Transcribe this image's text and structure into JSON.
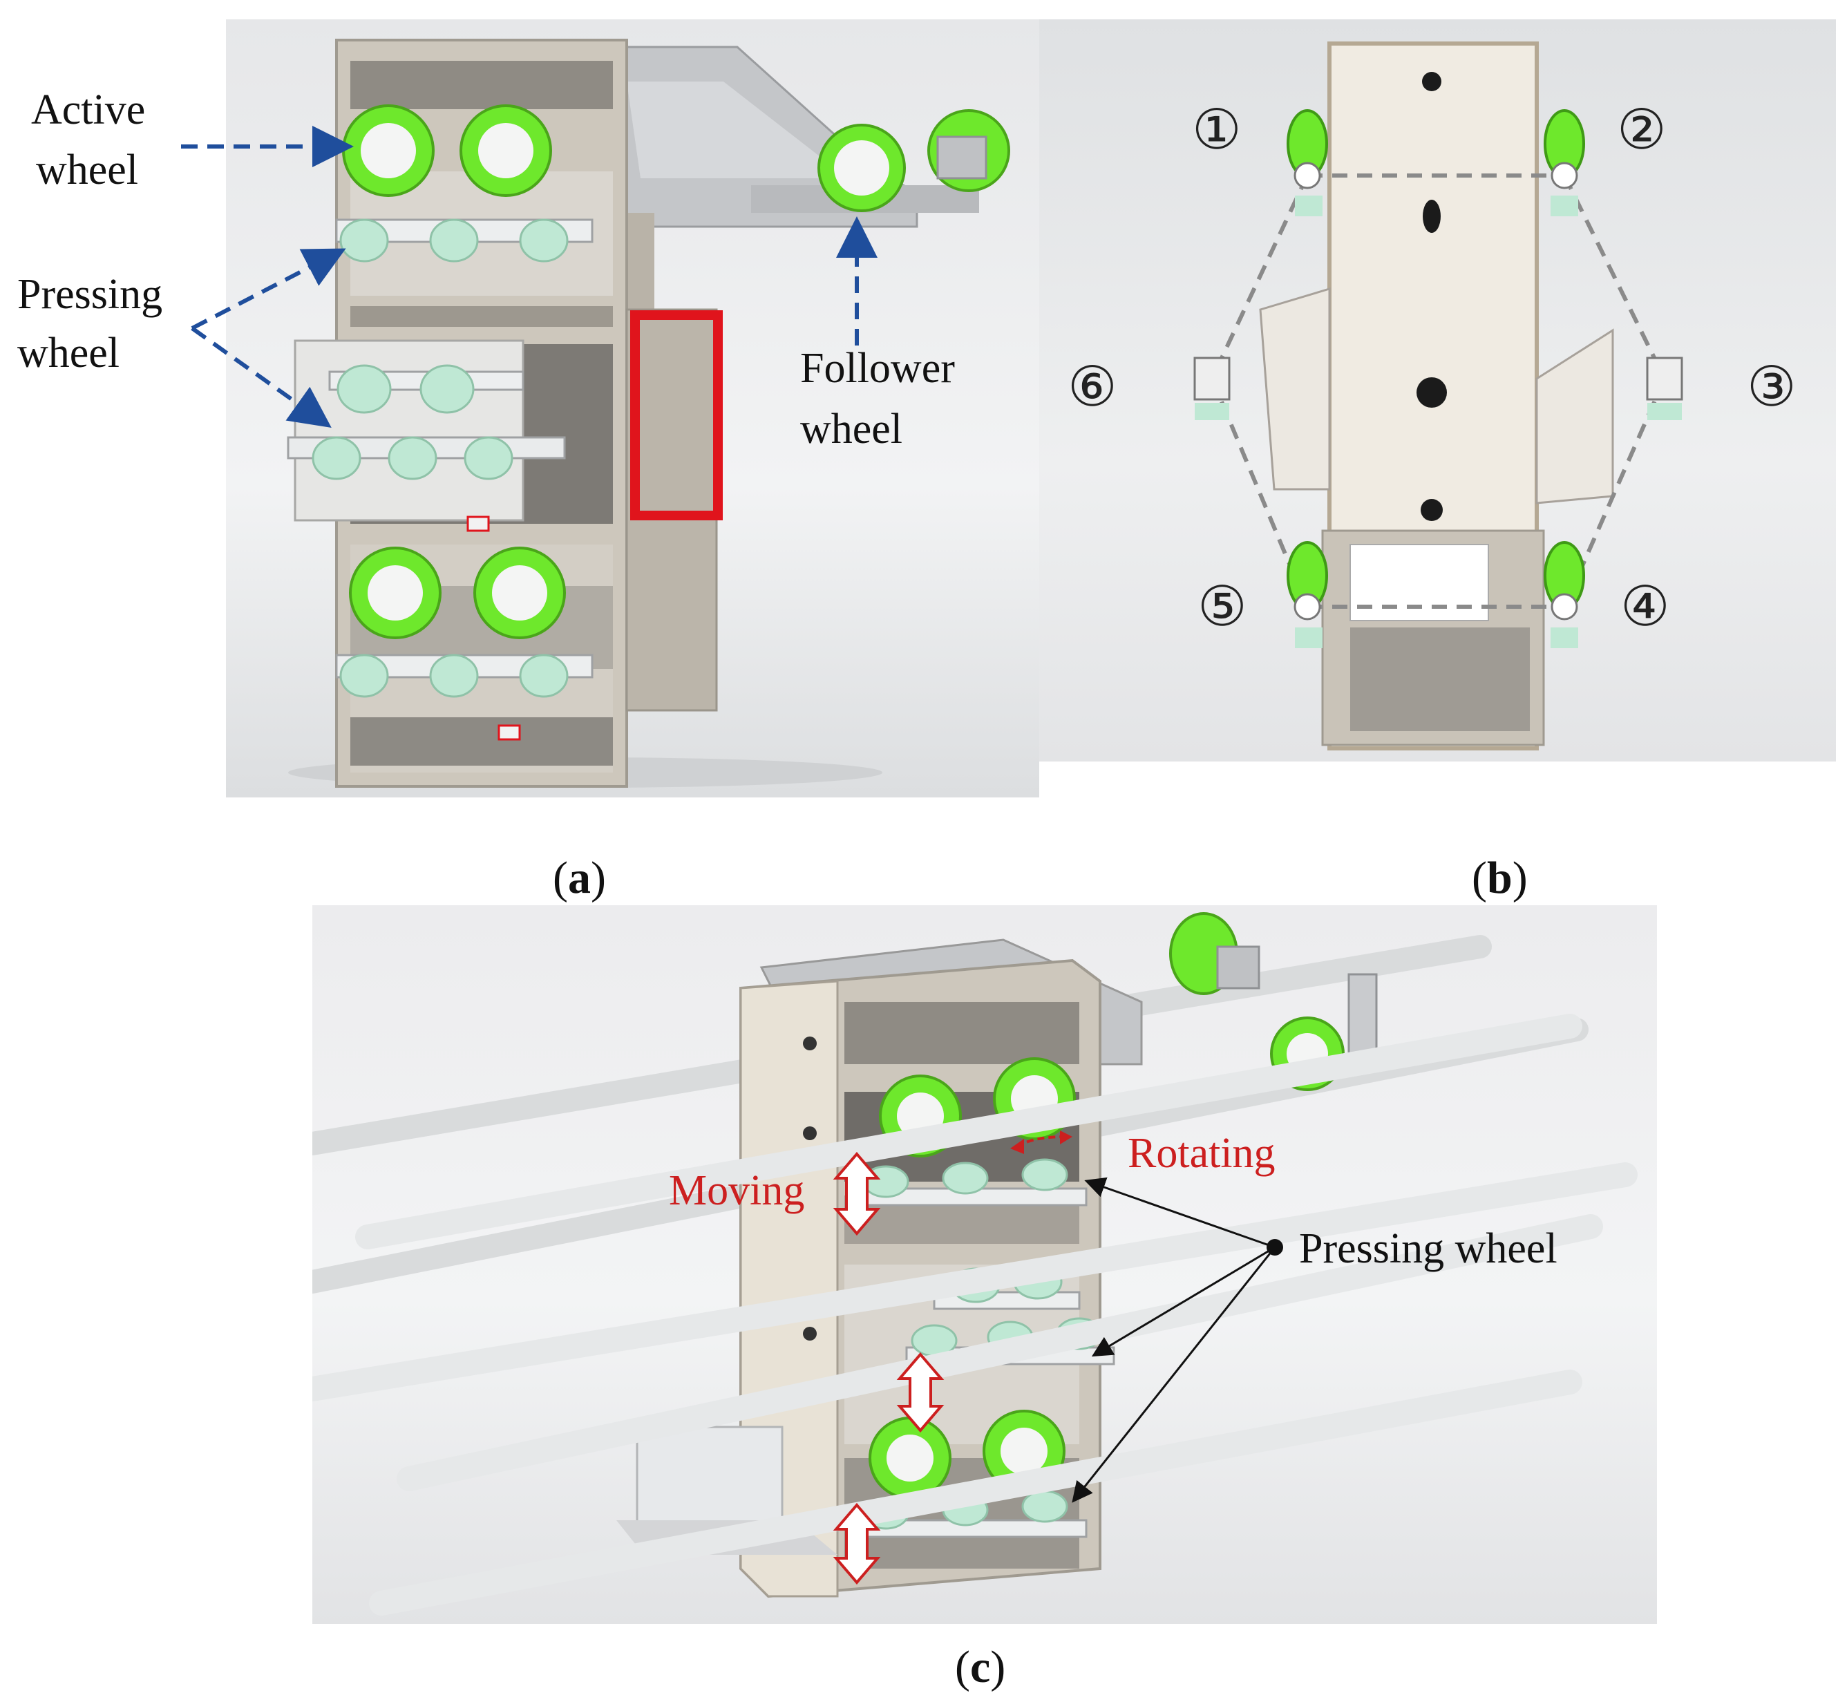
{
  "panel_a": {
    "label_active_line1": "Active",
    "label_active_line2": "wheel",
    "label_pressing_line1": "Pressing",
    "label_pressing_line2": "wheel",
    "label_follower_line1": "Follower",
    "label_follower_line2": "wheel",
    "caption_open": "(",
    "caption_letter": "a",
    "caption_close": ")"
  },
  "panel_b": {
    "markers": [
      "①",
      "②",
      "③",
      "④",
      "⑤",
      "⑥"
    ],
    "caption_open": "(",
    "caption_letter": "b",
    "caption_close": ")"
  },
  "panel_c": {
    "label_moving": "Moving",
    "label_rotating": "Rotating",
    "label_pressing": "Pressing wheel",
    "caption_open": "(",
    "caption_letter": "c",
    "caption_close": ")"
  },
  "colors": {
    "wheel_green": "#6ee82c",
    "frame_gray": "#c9c3b8",
    "pressing_mint": "#bfe8d4",
    "highlight_red": "#e0141c",
    "arrow_blue": "#1f4e9c",
    "annotation_red": "#cc1f1f"
  }
}
